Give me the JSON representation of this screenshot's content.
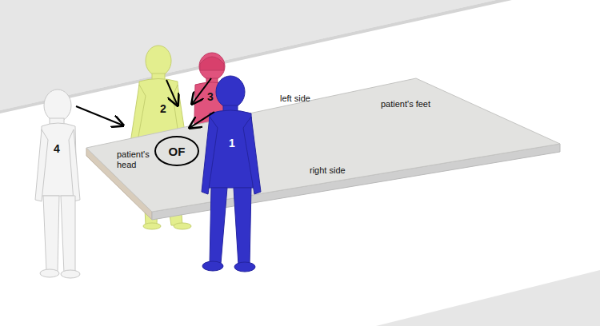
{
  "diagram": {
    "nodes": [
      {
        "text": [
          "OF"
        ]
      }
    ],
    "labels": [
      "4",
      "2",
      "3",
      "1",
      "patient's head",
      "left side",
      "patient's feet",
      "right side"
    ]
  }
}
